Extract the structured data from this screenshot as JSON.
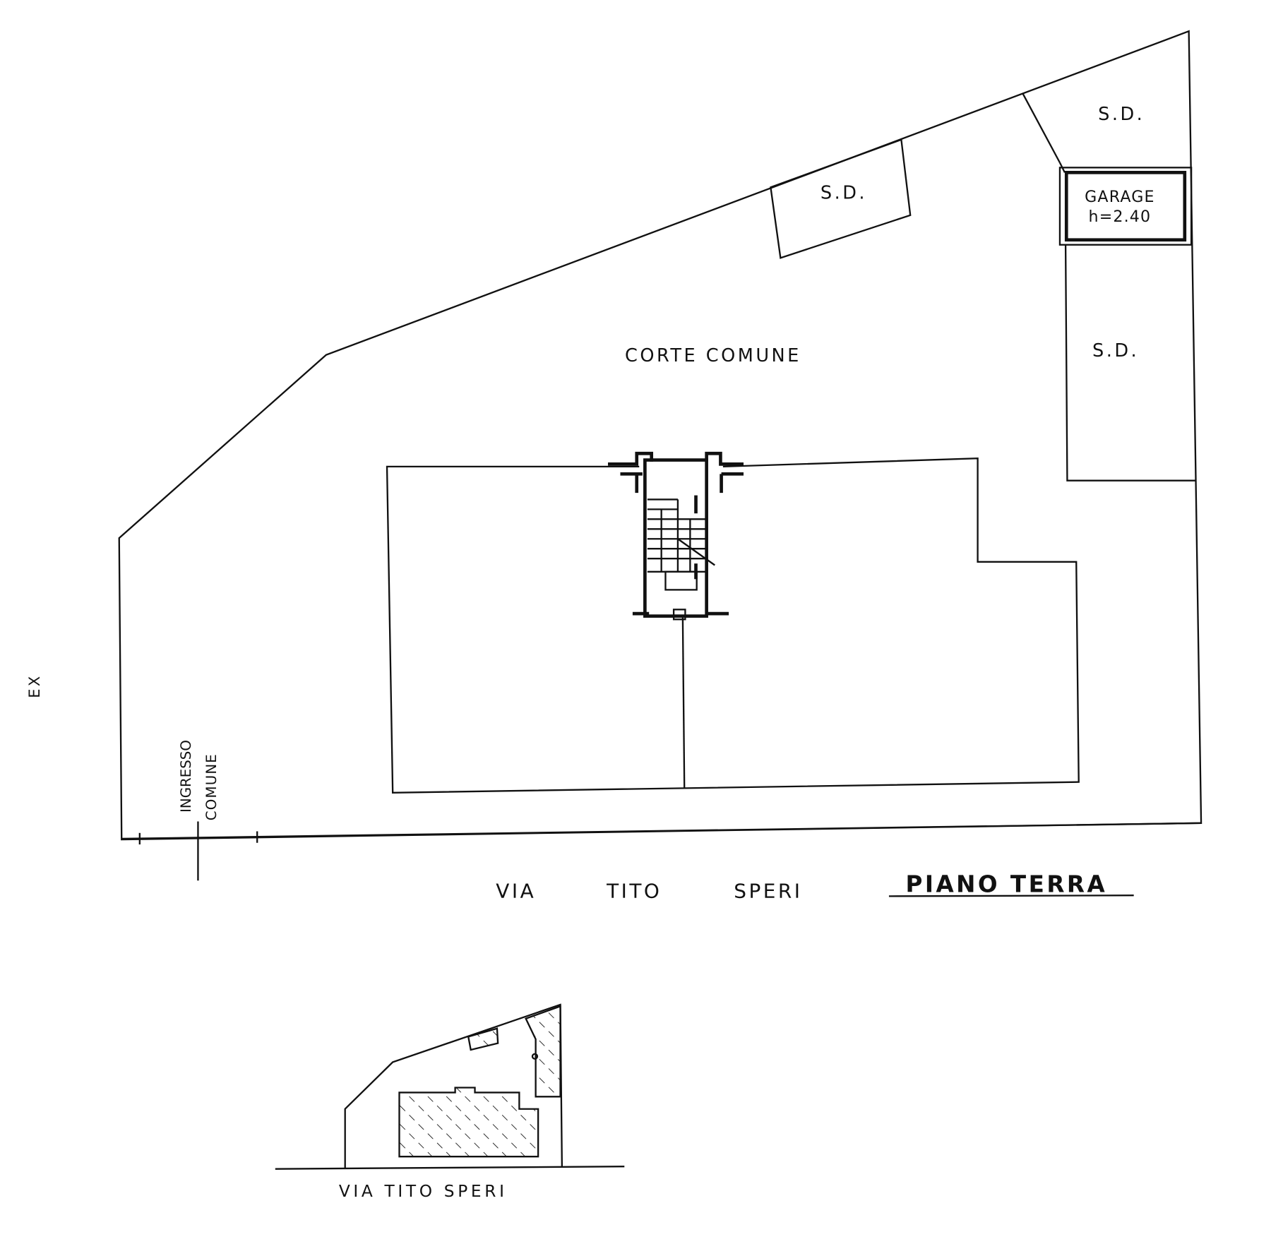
{
  "plan": {
    "title": "PIANO TERRA",
    "courtyard_label": "CORTE COMUNE",
    "storage_labels": [
      "S.D.",
      "S.D.",
      "S.D."
    ],
    "garage_label": "GARAGE",
    "garage_height": "h=2.40",
    "street_words": [
      "VIA",
      "TITO",
      "SPERI"
    ],
    "entrance_label_1": "INGRESSO",
    "entrance_label_2": "COMUNE",
    "side_label": "EX"
  },
  "keymap": {
    "street_label": "VIA TITO SPERI"
  }
}
